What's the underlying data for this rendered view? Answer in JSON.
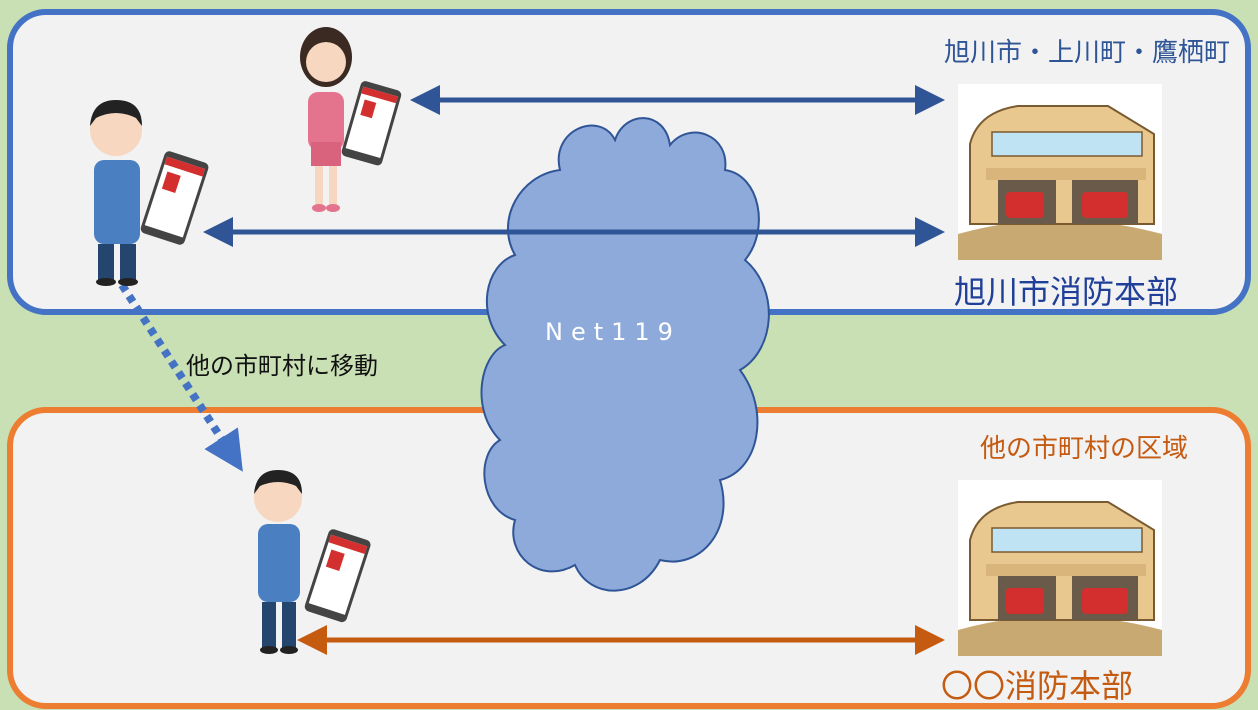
{
  "labels": {
    "region_top": "旭川市・上川町・鷹栖町",
    "station_top": "旭川市消防本部",
    "network": "Net119",
    "move": "他の市町村に移動",
    "region_bottom": "他の市町村の区域",
    "station_bottom": "〇〇消防本部"
  },
  "icons": {
    "person_man": "man-icon",
    "person_woman": "woman-icon",
    "smartphone": "smartphone-icon",
    "fire_station": "fire-station-icon"
  },
  "colors": {
    "background": "#c9e0b4",
    "region_top_border": "#4472c4",
    "region_bottom_border": "#ed7d31",
    "arrow_blue": "#2f5597",
    "arrow_orange": "#c55a11",
    "cloud_fill": "#8eaadb"
  }
}
